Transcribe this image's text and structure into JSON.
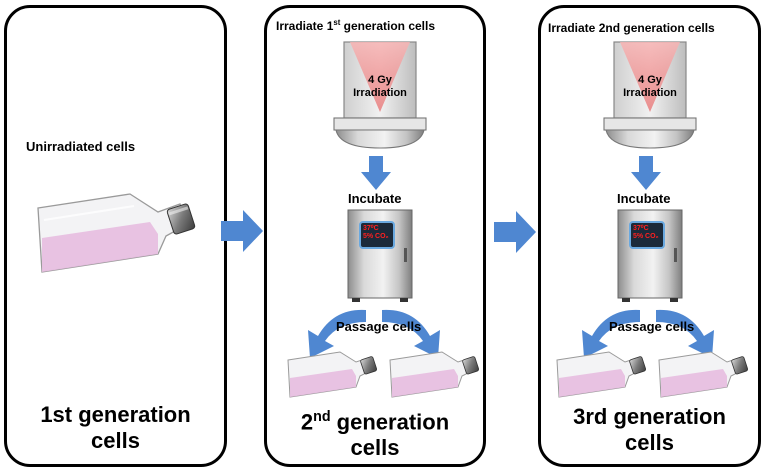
{
  "colors": {
    "arrow": "#4f87d1",
    "arrow_dark": "#3a6cb4",
    "flask_liquid": "#e7bde0",
    "beam": "#f2a3a3",
    "incubator_display_text": "#ff2020"
  },
  "panel1": {
    "heading": "Unirradiated cells",
    "caption_line1": "1st generation",
    "caption_line2": "cells"
  },
  "panel2": {
    "heading_main": "Irradiate 1",
    "heading_sup": "st",
    "heading_rest": " generation cells",
    "dose_line1": "4 Gy",
    "dose_line2": "Irradiation",
    "incubate_label": "Incubate",
    "display_line1": "37⁰C",
    "display_line2": "5% CO₂",
    "passage_label": "Passage cells",
    "caption_main": "2",
    "caption_sup": "nd",
    "caption_rest": " generation",
    "caption_line2": "cells"
  },
  "panel3": {
    "heading": "Irradiate 2nd generation cells",
    "dose_line1": "4 Gy",
    "dose_line2": "Irradiation",
    "incubate_label": "Incubate",
    "display_line1": "37⁰C",
    "display_line2": "5% CO₂",
    "passage_label": "Passage cells",
    "caption_line1": "3rd generation",
    "caption_line2": "cells"
  }
}
